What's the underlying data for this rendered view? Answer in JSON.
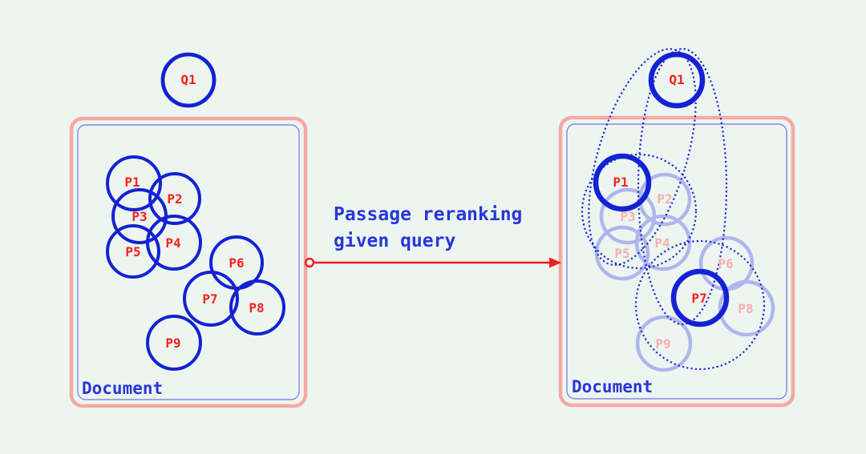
{
  "caption": {
    "line1": "Passage reranking",
    "line2": "given query"
  },
  "left_panel": {
    "query_label": "Q1",
    "document_label": "Document",
    "passages": [
      {
        "label": "P1",
        "state": "normal"
      },
      {
        "label": "P2",
        "state": "normal"
      },
      {
        "label": "P3",
        "state": "normal"
      },
      {
        "label": "P4",
        "state": "normal"
      },
      {
        "label": "P5",
        "state": "normal"
      },
      {
        "label": "P6",
        "state": "normal"
      },
      {
        "label": "P7",
        "state": "normal"
      },
      {
        "label": "P8",
        "state": "normal"
      },
      {
        "label": "P9",
        "state": "normal"
      }
    ]
  },
  "right_panel": {
    "query_label": "Q1",
    "document_label": "Document",
    "passages": [
      {
        "label": "P1",
        "state": "highlighted",
        "linked_to_query": true
      },
      {
        "label": "P2",
        "state": "faded",
        "linked_to_query": false
      },
      {
        "label": "P3",
        "state": "faded",
        "linked_to_query": false
      },
      {
        "label": "P4",
        "state": "faded",
        "linked_to_query": false
      },
      {
        "label": "P5",
        "state": "faded",
        "linked_to_query": false
      },
      {
        "label": "P6",
        "state": "faded",
        "linked_to_query": false
      },
      {
        "label": "P7",
        "state": "highlighted",
        "linked_to_query": true
      },
      {
        "label": "P8",
        "state": "faded",
        "linked_to_query": false
      },
      {
        "label": "P9",
        "state": "faded",
        "linked_to_query": false
      }
    ]
  },
  "colors": {
    "background": "#edf5f0",
    "circle_blue": "#1322d4",
    "faded_circle_blue": "#afb6ee",
    "label_red": "#f4231c",
    "faded_label_pink": "#f9aeb2",
    "box_border_pink": "#f7a8a3",
    "box_inner_border_blue": "#8089e8",
    "caption_blue": "#2836d9",
    "arrow_red": "#ee2020",
    "dotted_link_blue": "#1b2ad4"
  }
}
